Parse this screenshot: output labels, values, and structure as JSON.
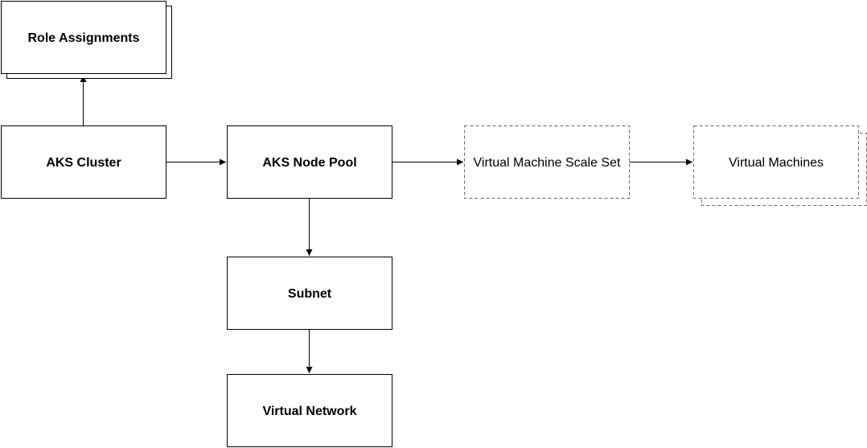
{
  "nodes": {
    "role_assignments": {
      "label": "Role Assignments",
      "style": "solid-stack",
      "bold": true
    },
    "aks_cluster": {
      "label": "AKS Cluster",
      "style": "solid",
      "bold": true
    },
    "aks_node_pool": {
      "label": "AKS Node Pool",
      "style": "solid",
      "bold": true
    },
    "vmss": {
      "label": "Virtual Machine Scale Set",
      "style": "dashed",
      "bold": false
    },
    "virtual_machines": {
      "label": "Virtual Machines",
      "style": "dashed-stack",
      "bold": false
    },
    "subnet": {
      "label": "Subnet",
      "style": "solid",
      "bold": true
    },
    "virtual_network": {
      "label": "Virtual Network",
      "style": "solid",
      "bold": true
    }
  },
  "edges": [
    {
      "from": "aks_cluster",
      "to": "role_assignments"
    },
    {
      "from": "aks_cluster",
      "to": "aks_node_pool"
    },
    {
      "from": "aks_node_pool",
      "to": "vmss"
    },
    {
      "from": "vmss",
      "to": "virtual_machines"
    },
    {
      "from": "aks_node_pool",
      "to": "subnet"
    },
    {
      "from": "subnet",
      "to": "virtual_network"
    }
  ],
  "colors": {
    "stroke": "#000000",
    "dashed_stroke": "#666666",
    "fill": "#ffffff"
  }
}
